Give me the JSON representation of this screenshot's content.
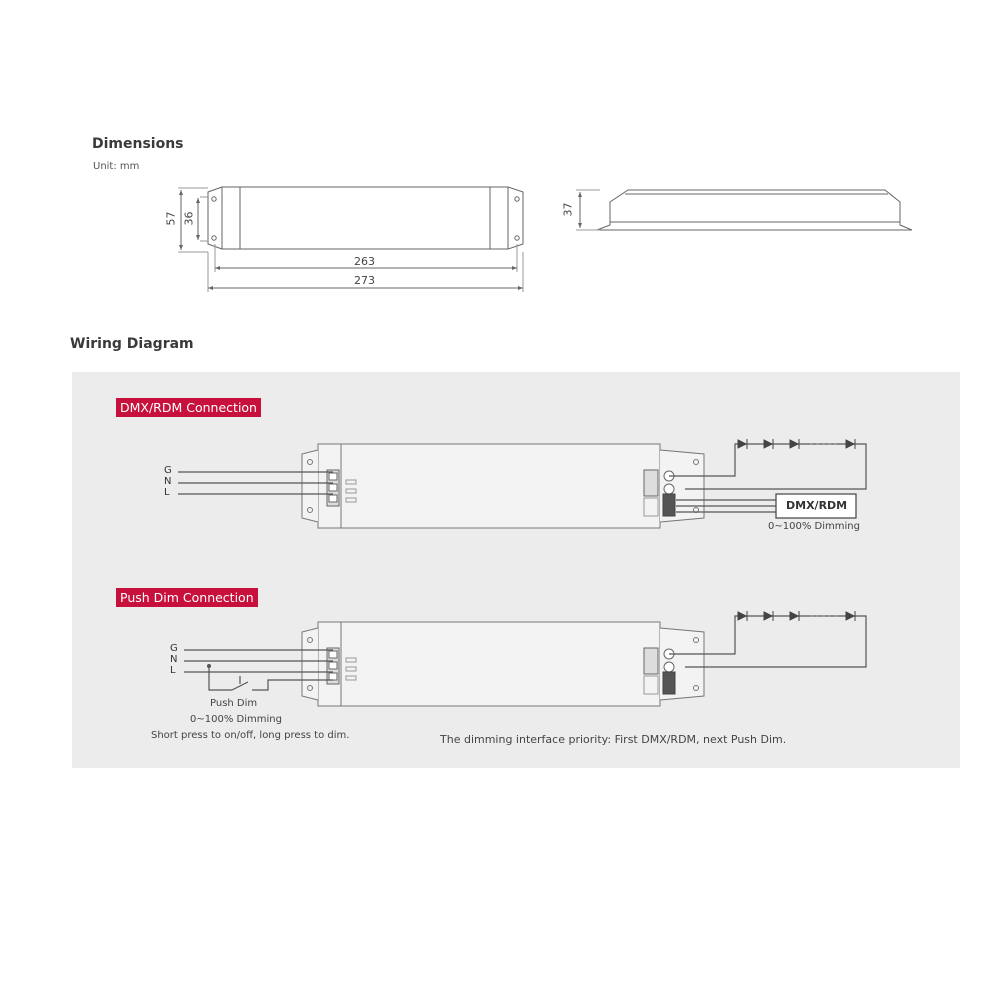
{
  "dimensions": {
    "title": "Dimensions",
    "unit": "Unit: mm",
    "labels": {
      "h57": "57",
      "h36": "36",
      "w263": "263",
      "w273": "273",
      "side37": "37"
    }
  },
  "wiring": {
    "title": "Wiring Diagram",
    "dmx_section": {
      "tag": "DMX/RDM Connection",
      "wires": [
        "G",
        "N",
        "L"
      ],
      "controller_label": "DMX/RDM",
      "dimming_label": "0~100% Dimming"
    },
    "push_section": {
      "tag": "Push Dim Connection",
      "wires": [
        "G",
        "N",
        "L"
      ],
      "push_label": "Push Dim",
      "dimming_label": "0~100% Dimming",
      "note": "Short press to on/off, long press to dim.",
      "priority_note": "The dimming interface priority: First DMX/RDM, next Push Dim."
    }
  },
  "colors": {
    "accent": "#c8103c",
    "panel": "#ececec",
    "line": "#555555"
  }
}
